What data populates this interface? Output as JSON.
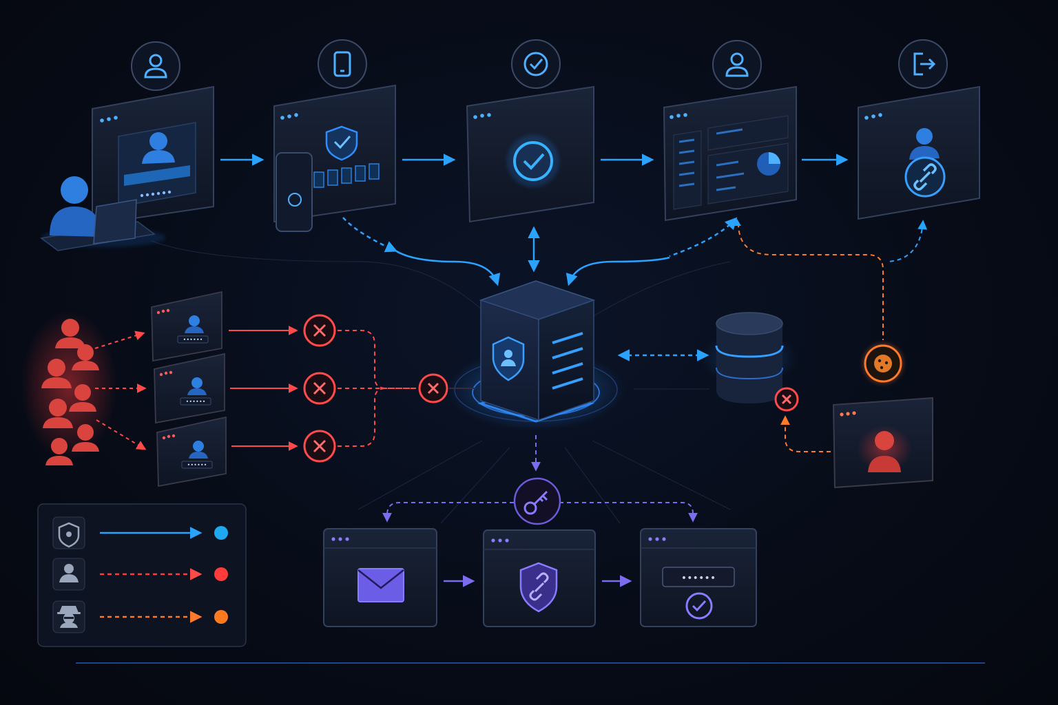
{
  "colors": {
    "background": "#070c18",
    "flow_blue": "#2aa3ff",
    "attack_red": "#ff4a4a",
    "session_orange": "#ff7a2a",
    "recovery_purple": "#7b6cf0",
    "panel": "#131b2c",
    "panel_border": "#33405a"
  },
  "auth_flow": {
    "steps": [
      {
        "id": "login",
        "icon": "user-icon",
        "screen": "login-form-with-password"
      },
      {
        "id": "mfa",
        "icon": "smartphone-icon",
        "screen": "shield-check-with-otp-code"
      },
      {
        "id": "verified",
        "icon": "check-circle-icon",
        "screen": "success-check"
      },
      {
        "id": "dashboard",
        "icon": "user-icon",
        "screen": "dashboard-with-pie-chart"
      },
      {
        "id": "logout",
        "icon": "logout-icon",
        "screen": "user-session-link"
      }
    ]
  },
  "auth_server": {
    "icon": "shield-user-icon"
  },
  "database": {
    "icon": "database-icon"
  },
  "attack": {
    "attempts": 3,
    "blocked_icon": "x-circle-icon"
  },
  "session_hijack": {
    "cookie_icon": "cookie-icon",
    "blocked_icon": "x-circle-icon"
  },
  "recovery": {
    "key_icon": "key-icon",
    "steps": [
      {
        "id": "email",
        "icon": "envelope-icon"
      },
      {
        "id": "secure-link",
        "icon": "shield-link-icon"
      },
      {
        "id": "new-password",
        "icon": "check-circle-icon"
      }
    ]
  },
  "password_mask": "••••••",
  "legend": [
    {
      "icon": "shield-icon",
      "line_style": "solid",
      "color": "#2aa3ff"
    },
    {
      "icon": "user-icon",
      "line_style": "dashed",
      "color": "#ff3b3b"
    },
    {
      "icon": "spy-icon",
      "line_style": "dashed",
      "color": "#ff7a1f"
    }
  ]
}
